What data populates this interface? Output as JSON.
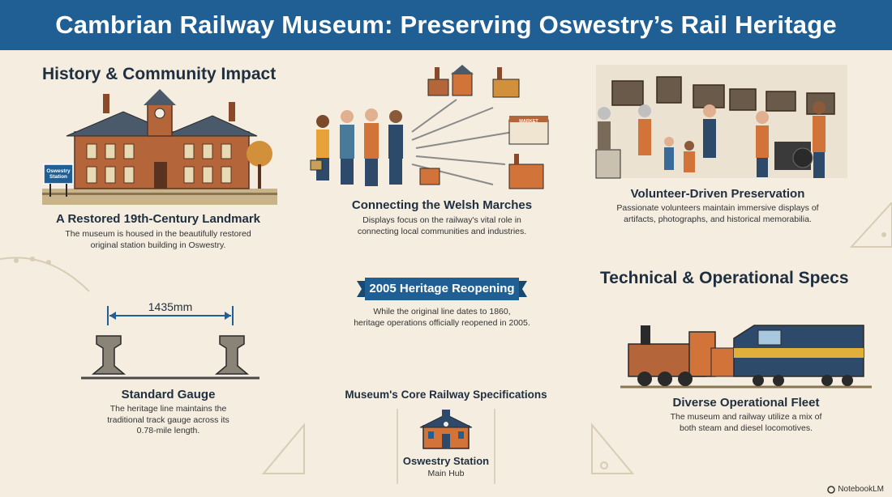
{
  "header": {
    "title": "Cambrian Railway Museum: Preserving Oswestry’s Rail Heritage"
  },
  "history": {
    "section_title": "History & Community Impact",
    "station_sign": "Oswestry Station",
    "landmark": {
      "title": "A Restored 19th-Century Landmark",
      "desc_line1": "The museum is housed in the beautifully restored",
      "desc_line2": "original station building in Oswestry."
    },
    "marches": {
      "title": "Connecting the Welsh Marches",
      "desc_line1": "Displays focus on the railway's vital role in",
      "desc_line2": "connecting local communities and industries.",
      "shop_sign": "MARKET"
    },
    "volunteers": {
      "title": "Volunteer-Driven Preservation",
      "desc_line1": "Passionate volunteers maintain immersive displays of",
      "desc_line2": "artifacts, photographs, and historical memorabilia."
    }
  },
  "reopening": {
    "banner": "2005 Heritage Reopening",
    "desc_line1": "While the original line dates to 1860,",
    "desc_line2": "heritage operations officially reopened in 2005."
  },
  "technical": {
    "section_title": "Technical & Operational Specs"
  },
  "gauge": {
    "measure": "1435mm",
    "title": "Standard Gauge",
    "desc_line1": "The heritage line maintains the",
    "desc_line2": "traditional track gauge across its",
    "desc_line3": "0.78-mile length."
  },
  "core_specs": {
    "title": "Museum's Core Railway Specifications",
    "hub_title": "Oswestry Station",
    "hub_sub": "Main Hub"
  },
  "fleet": {
    "title": "Diverse Operational Fleet",
    "desc_line1": "The museum and railway utilize a mix of",
    "desc_line2": "both steam and diesel locomotives."
  },
  "footer": {
    "brand": "NotebookLM"
  },
  "colors": {
    "banner": "#1f5f94",
    "background": "#f4ede0",
    "brick": "#b5653a",
    "accent_orange": "#d2733a",
    "navy": "#2d4a6b"
  }
}
